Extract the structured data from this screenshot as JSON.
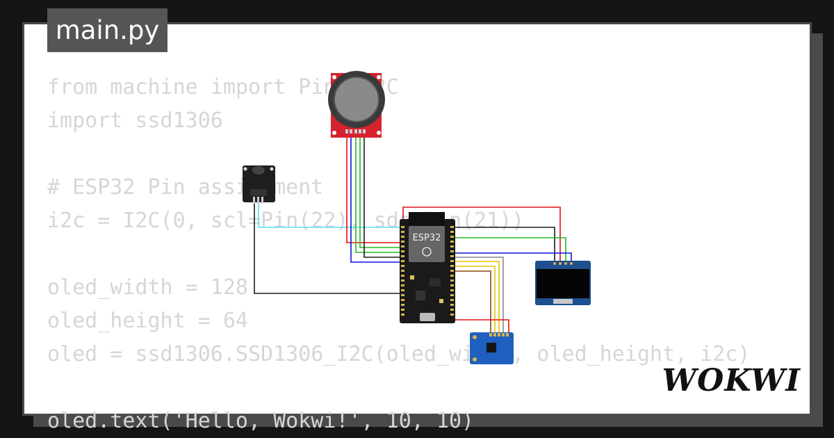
{
  "tab": {
    "filename": "main.py"
  },
  "code_lines": [
    "from machine import Pin, I2C",
    "import ssd1306",
    "",
    "# ESP32 Pin assignment",
    "i2c = I2C(0, scl=Pin(22), sda=Pin(21))",
    "",
    "oled_width = 128",
    "oled_height = 64",
    "oled = ssd1306.SSD1306_I2C(oled_width, oled_height, i2c)",
    "",
    "oled.text('Hello, Wokwi!', 10, 10)"
  ],
  "board": {
    "label": "ESP32"
  },
  "brand": {
    "logo": "WOKWI"
  },
  "colors": {
    "background": "#151515",
    "card": "#ffffff",
    "code_text": "#d6d6d6",
    "tab_bg": "#555555",
    "joystick_board": "#d4232e",
    "oled_board": "#1e4f8f",
    "imu_board": "#1f5fbf",
    "esp32_board": "#1a1a1a"
  },
  "components": [
    {
      "name": "analog-joystick"
    },
    {
      "name": "ir-sensor-module"
    },
    {
      "name": "esp32-board"
    },
    {
      "name": "ssd1306-oled"
    },
    {
      "name": "mpu6050-imu"
    }
  ]
}
